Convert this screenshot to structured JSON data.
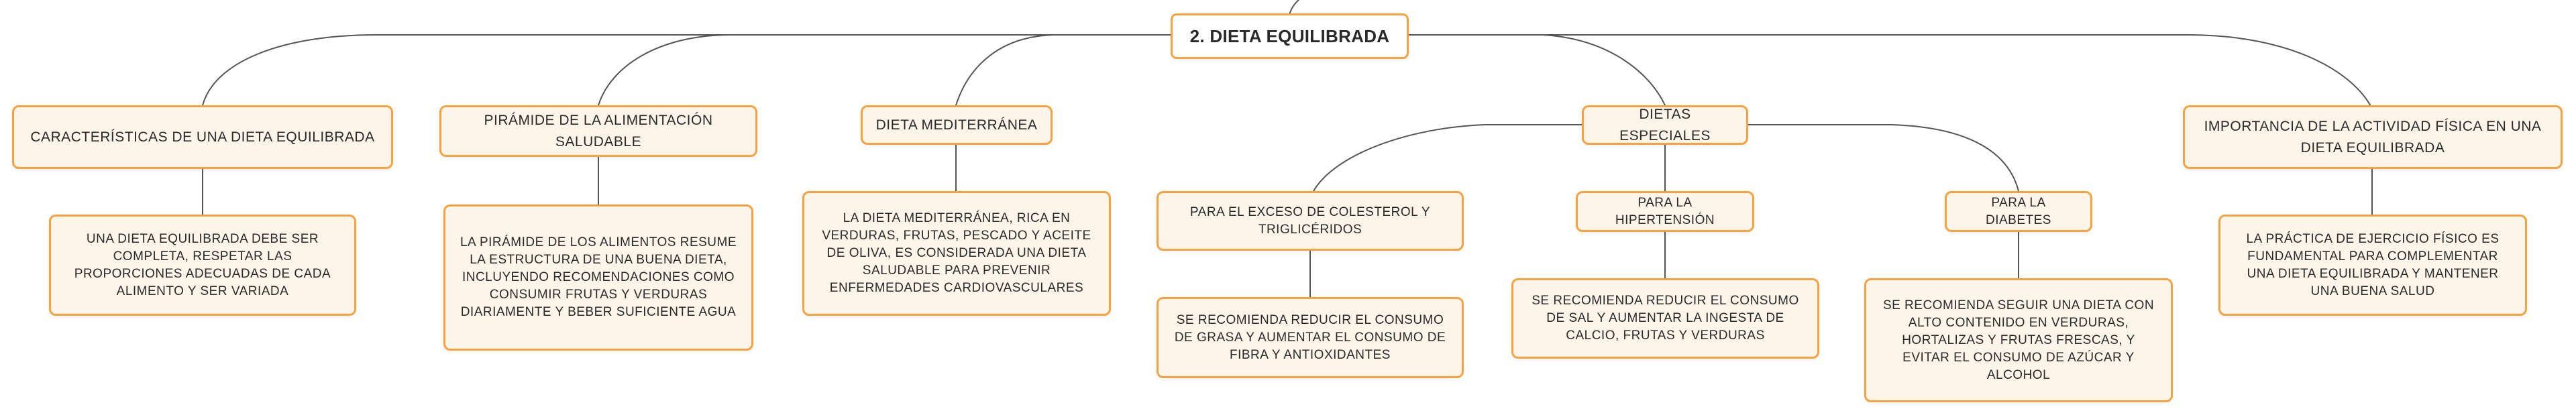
{
  "root": {
    "label": "2. DIETA EQUILIBRADA"
  },
  "branches": [
    {
      "label": "CARACTERÍSTICAS DE UNA DIETA EQUILIBRADA",
      "detail": "UNA DIETA EQUILIBRADA DEBE SER COMPLETA, RESPETAR LAS PROPORCIONES ADECUADAS DE CADA ALIMENTO Y SER VARIADA"
    },
    {
      "label": "PIRÁMIDE DE LA ALIMENTACIÓN SALUDABLE",
      "detail": "LA PIRÁMIDE DE LOS ALIMENTOS RESUME LA ESTRUCTURA DE UNA BUENA DIETA, INCLUYENDO RECOMENDACIONES COMO CONSUMIR FRUTAS Y VERDURAS DIARIAMENTE Y BEBER SUFICIENTE AGUA"
    },
    {
      "label": "DIETA MEDITERRÁNEA",
      "detail": "LA DIETA MEDITERRÁNEA, RICA EN VERDURAS, FRUTAS, PESCADO Y ACEITE DE OLIVA, ES CONSIDERADA UNA DIETA SALUDABLE PARA PREVENIR ENFERMEDADES CARDIOVASCULARES"
    },
    {
      "label": "DIETAS ESPECIALES",
      "children": [
        {
          "label": "PARA EL EXCESO DE COLESTEROL Y TRIGLICÉRIDOS",
          "detail": "SE RECOMIENDA REDUCIR EL CONSUMO DE GRASA Y AUMENTAR EL CONSUMO DE FIBRA Y ANTIOXIDANTES"
        },
        {
          "label": "PARA LA HIPERTENSIÓN",
          "detail": "SE RECOMIENDA REDUCIR EL CONSUMO DE SAL Y AUMENTAR LA INGESTA DE CALCIO, FRUTAS Y VERDURAS"
        },
        {
          "label": "PARA LA DIABETES",
          "detail": "SE RECOMIENDA SEGUIR UNA DIETA CON ALTO CONTENIDO EN VERDURAS, HORTALIZAS Y FRUTAS FRESCAS, Y EVITAR EL CONSUMO DE AZÚCAR Y ALCOHOL"
        }
      ]
    },
    {
      "label": "IMPORTANCIA DE LA ACTIVIDAD FÍSICA EN UNA DIETA EQUILIBRADA",
      "detail": "LA PRÁCTICA DE EJERCICIO FÍSICO ES FUNDAMENTAL PARA COMPLEMENTAR UNA DIETA EQUILIBRADA Y MANTENER UNA BUENA SALUD"
    }
  ],
  "colors": {
    "node_border": "#f5a340",
    "node_fill": "#fdf4ea",
    "link": "#555555"
  }
}
